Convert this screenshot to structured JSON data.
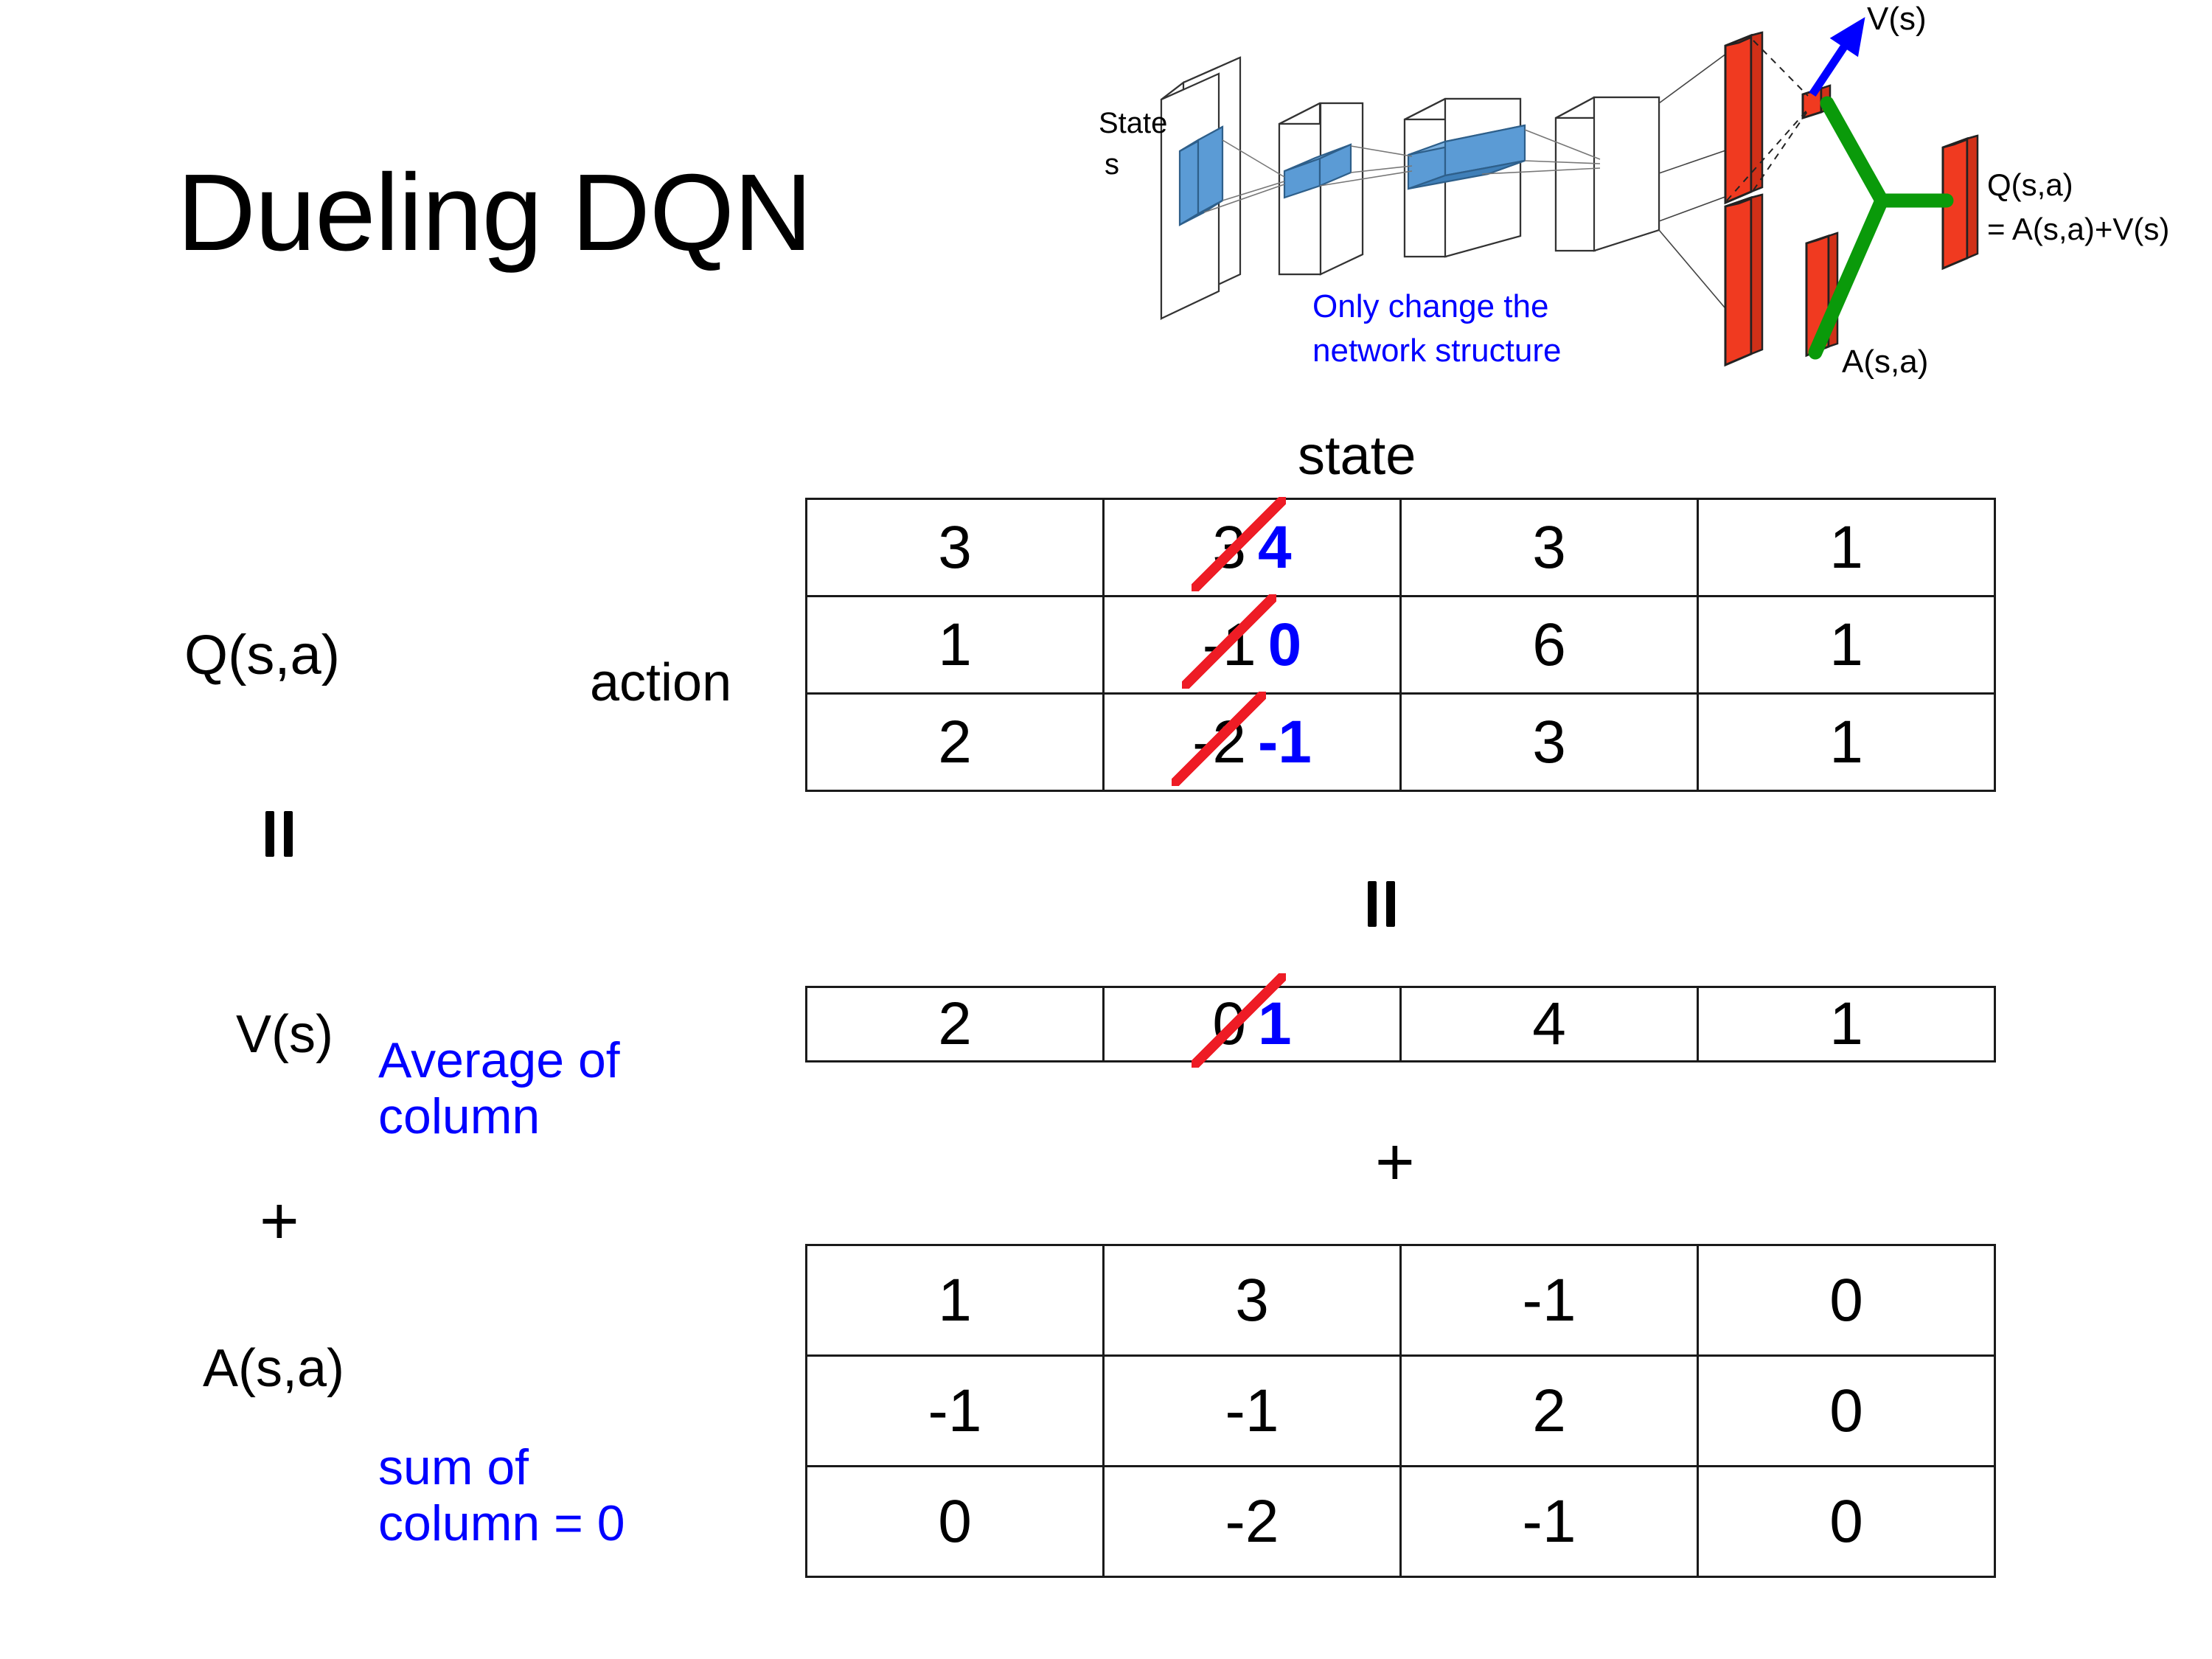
{
  "slide": {
    "title": "Dueling DQN"
  },
  "diagram": {
    "state_label_line1": "State",
    "state_label_line2": "s",
    "note": "Only change the\nnetwork structure",
    "v_label": "V(s)",
    "a_label": "A(s,a)",
    "q_label_line1": "Q(s,a)",
    "q_label_line2": "= A(s,a)+V(s)",
    "colors": {
      "note": "#0000ff",
      "arrow": "#0000ff",
      "output_bar": "#ee2200",
      "merge": "#009900",
      "filter": "#5b9bd5"
    }
  },
  "axes": {
    "state": "state",
    "action": "action"
  },
  "labels": {
    "q": "Q(s,a)",
    "v": "V(s)",
    "a": "A(s,a)",
    "plus": "+"
  },
  "notes": {
    "average": "Average of\ncolumn",
    "sum": "sum of\ncolumn = 0"
  },
  "chart_data": {
    "type": "table",
    "title": "Dueling DQN — Q(s,a) = V(s) + A(s,a)",
    "xlabel": "state",
    "ylabel": "action",
    "tables": [
      {
        "name": "Q(s,a)",
        "rows": [
          [
            {
              "v": "3"
            },
            {
              "v": "3",
              "new": "4",
              "struck": true
            },
            {
              "v": "3"
            },
            {
              "v": "1"
            }
          ],
          [
            {
              "v": "1"
            },
            {
              "v": "-1",
              "new": "0",
              "struck": true
            },
            {
              "v": "6"
            },
            {
              "v": "1"
            }
          ],
          [
            {
              "v": "2"
            },
            {
              "v": "-2",
              "new": "-1",
              "struck": true
            },
            {
              "v": "3"
            },
            {
              "v": "1"
            }
          ]
        ]
      },
      {
        "name": "V(s)",
        "rows": [
          [
            {
              "v": "2"
            },
            {
              "v": "0",
              "new": "1",
              "struck": true
            },
            {
              "v": "4"
            },
            {
              "v": "1"
            }
          ]
        ]
      },
      {
        "name": "A(s,a)",
        "rows": [
          [
            {
              "v": "1"
            },
            {
              "v": "3"
            },
            {
              "v": "-1"
            },
            {
              "v": "0"
            }
          ],
          [
            {
              "v": "-1"
            },
            {
              "v": "-1"
            },
            {
              "v": "2"
            },
            {
              "v": "0"
            }
          ],
          [
            {
              "v": "0"
            },
            {
              "v": "-2"
            },
            {
              "v": "-1"
            },
            {
              "v": "0"
            }
          ]
        ]
      }
    ],
    "colors": {
      "old_value": "#000000",
      "strikethrough": "#ee1c25",
      "new_value": "#0000ff",
      "annotation": "#0000ff"
    }
  }
}
